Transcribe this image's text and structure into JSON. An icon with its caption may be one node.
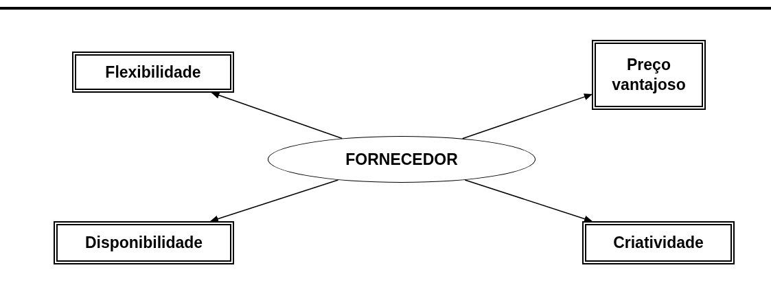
{
  "diagram": {
    "nodes": [
      {
        "text": [
          "FORNECEDOR"
        ]
      },
      {
        "text": [
          "Flexibilidade"
        ]
      },
      {
        "text": [
          "Preço vantajoso"
        ]
      },
      {
        "text": [
          "Disponibilidade"
        ]
      },
      {
        "text": [
          "Criatividade"
        ]
      }
    ],
    "edges": [
      {
        "from": 0,
        "to": 1,
        "arrow": "to"
      },
      {
        "from": 0,
        "to": 2,
        "arrow": "to"
      },
      {
        "from": 0,
        "to": 3,
        "arrow": "to"
      },
      {
        "from": 0,
        "to": 4,
        "arrow": "to"
      }
    ]
  }
}
